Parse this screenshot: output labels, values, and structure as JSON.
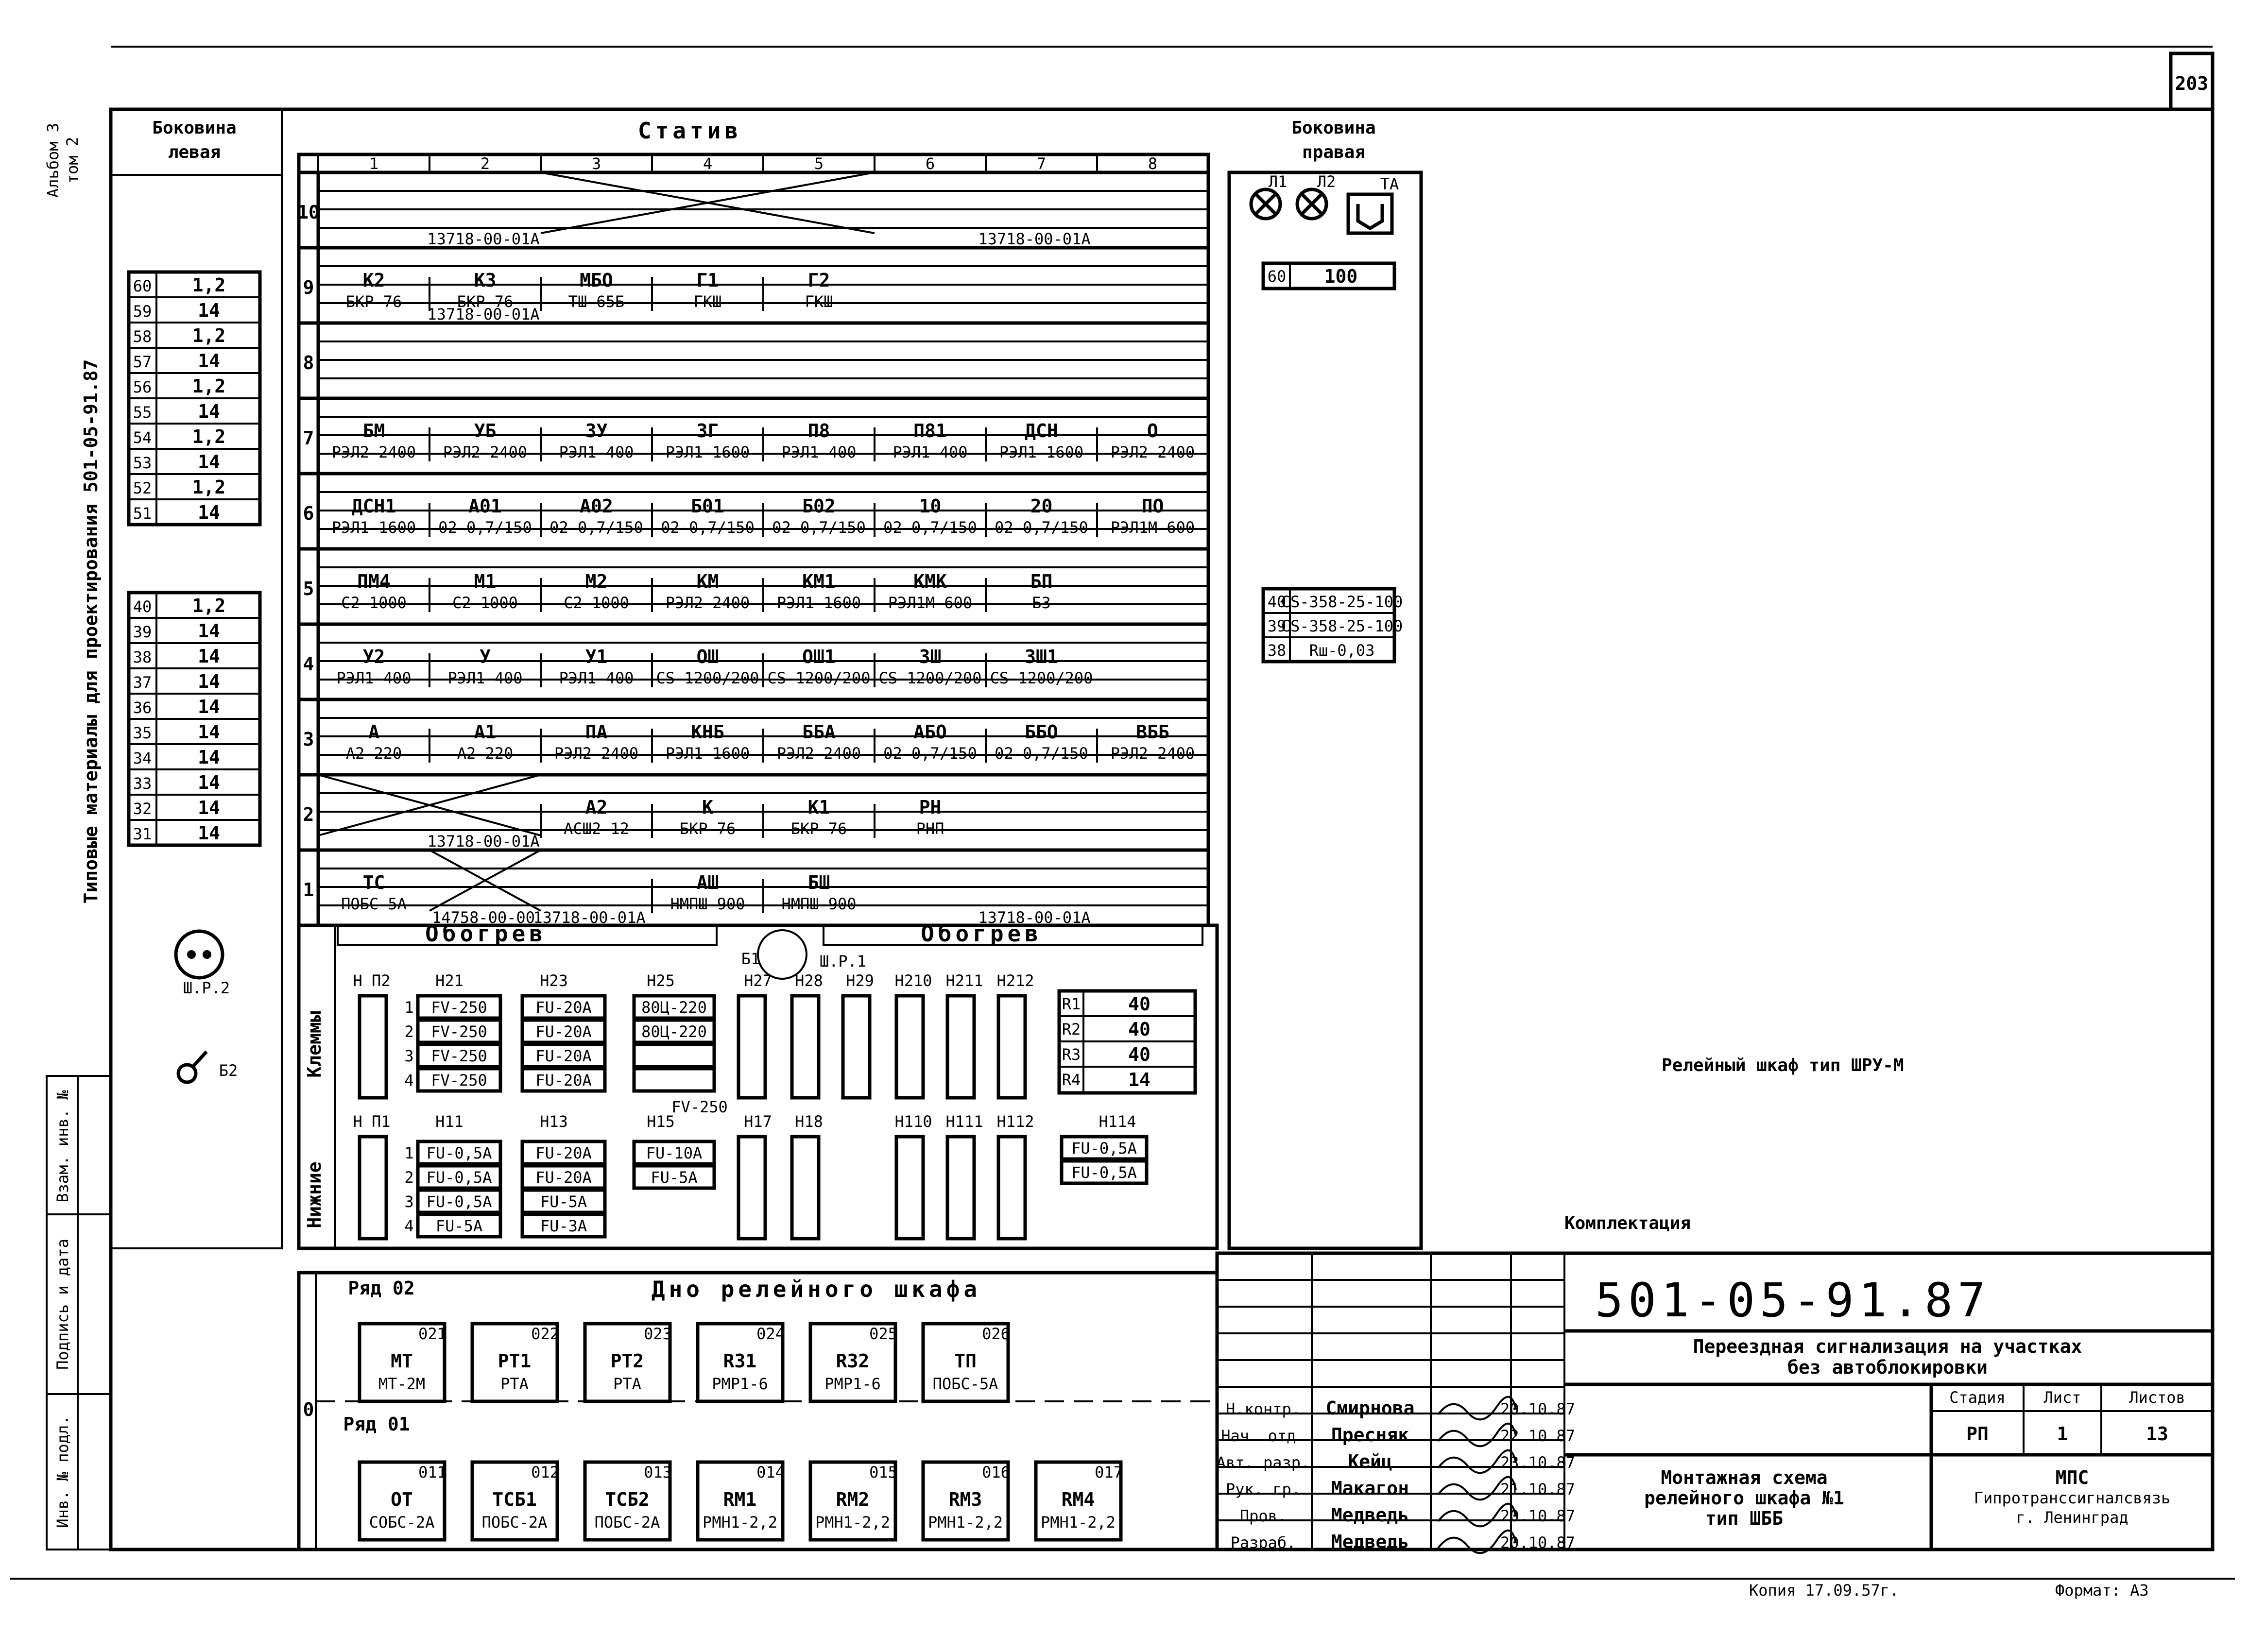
{
  "sheet_number": "203",
  "margin_album": [
    "Альбом 3",
    "том 2"
  ],
  "margin_typical": "Типовые материалы для проектирования 501-05-91.87",
  "margin_stamp": [
    "Инв. № подл.",
    "Подпись и дата",
    "Взам. инв. №"
  ],
  "left_side": {
    "title": [
      "Боковина",
      "левая"
    ],
    "group_upper": [
      [
        "60",
        "1,2"
      ],
      [
        "59",
        "14"
      ],
      [
        "58",
        "1,2"
      ],
      [
        "57",
        "14"
      ],
      [
        "56",
        "1,2"
      ],
      [
        "55",
        "14"
      ],
      [
        "54",
        "1,2"
      ],
      [
        "53",
        "14"
      ],
      [
        "52",
        "1,2"
      ],
      [
        "51",
        "14"
      ]
    ],
    "group_lower": [
      [
        "40",
        "1,2"
      ],
      [
        "39",
        "14"
      ],
      [
        "38",
        "14"
      ],
      [
        "37",
        "14"
      ],
      [
        "36",
        "14"
      ],
      [
        "35",
        "14"
      ],
      [
        "34",
        "14"
      ],
      [
        "33",
        "14"
      ],
      [
        "32",
        "14"
      ],
      [
        "31",
        "14"
      ]
    ],
    "socket_label": "Ш.Р.2",
    "lamp_label": "Б2"
  },
  "stativ": {
    "title": "Статив",
    "columns": [
      "1",
      "2",
      "3",
      "4",
      "5",
      "6",
      "7",
      "8"
    ],
    "rows": [
      {
        "n": "10",
        "cells": [
          [
            "",
            ""
          ],
          [
            "",
            ""
          ],
          [
            "",
            ""
          ],
          [
            "",
            ""
          ],
          [
            "",
            ""
          ],
          [
            "",
            ""
          ],
          [
            "",
            ""
          ],
          [
            "",
            ""
          ]
        ],
        "notes": [
          "13718-00-01А",
          "13718-00-01А"
        ]
      },
      {
        "n": "9",
        "cells": [
          [
            "К2",
            "БКР-76"
          ],
          [
            "К3",
            "БКР-76"
          ],
          [
            "МБО",
            "ТШ-65Б"
          ],
          [
            "Г1",
            "ГКШ"
          ],
          [
            "Г2",
            "ГКШ"
          ],
          [
            "",
            ""
          ],
          [
            "",
            ""
          ],
          [
            "",
            ""
          ]
        ],
        "notes": [
          "13718-00-01А"
        ]
      },
      {
        "n": "8",
        "cells": [
          [
            "",
            ""
          ],
          [
            "",
            ""
          ],
          [
            "",
            ""
          ],
          [
            "",
            ""
          ],
          [
            "",
            ""
          ],
          [
            "",
            ""
          ],
          [
            "",
            ""
          ],
          [
            "",
            ""
          ]
        ],
        "notes": []
      },
      {
        "n": "7",
        "cells": [
          [
            "БМ",
            "РЭЛ2-2400"
          ],
          [
            "УБ",
            "РЭЛ2-2400"
          ],
          [
            "ЗУ",
            "РЭЛ1-400"
          ],
          [
            "ЗГ",
            "РЭЛ1-1600"
          ],
          [
            "П8",
            "РЭЛ1-400"
          ],
          [
            "П81",
            "РЭЛ1-400"
          ],
          [
            "ДСН",
            "РЭЛ1-1600"
          ],
          [
            "О",
            "РЭЛ2-2400"
          ]
        ],
        "notes": []
      },
      {
        "n": "6",
        "cells": [
          [
            "ДСН1",
            "РЭЛ1-1600"
          ],
          [
            "А01",
            "02-0,7/150"
          ],
          [
            "А02",
            "02-0,7/150"
          ],
          [
            "Б01",
            "02-0,7/150"
          ],
          [
            "Б02",
            "02-0,7/150"
          ],
          [
            "10",
            "02-0,7/150"
          ],
          [
            "20",
            "02-0,7/150"
          ],
          [
            "ПО",
            "РЭЛ1М-600"
          ]
        ],
        "notes": []
      },
      {
        "n": "5",
        "cells": [
          [
            "ПМ4",
            "С2-1000"
          ],
          [
            "М1",
            "С2-1000"
          ],
          [
            "М2",
            "С2-1000"
          ],
          [
            "КМ",
            "РЭЛ2-2400"
          ],
          [
            "КМ1",
            "РЭЛ1-1600"
          ],
          [
            "КМК",
            "РЭЛ1М-600"
          ],
          [
            "БП",
            "БЗ"
          ],
          [
            "",
            ""
          ]
        ],
        "notes": []
      },
      {
        "n": "4",
        "cells": [
          [
            "У2",
            "РЭЛ1-400"
          ],
          [
            "У",
            "РЭЛ1-400"
          ],
          [
            "У1",
            "РЭЛ1-400"
          ],
          [
            "ОШ",
            "СS-1200/200"
          ],
          [
            "ОШ1",
            "СS-1200/200"
          ],
          [
            "ЗШ",
            "СS-1200/200"
          ],
          [
            "ЗШ1",
            "СS-1200/200"
          ],
          [
            "",
            ""
          ]
        ],
        "notes": []
      },
      {
        "n": "3",
        "cells": [
          [
            "А",
            "А2-220"
          ],
          [
            "А1",
            "А2-220"
          ],
          [
            "ПА",
            "РЭЛ2-2400"
          ],
          [
            "КНБ",
            "РЭЛ1-1600"
          ],
          [
            "ББА",
            "РЭЛ2-2400"
          ],
          [
            "АБО",
            "02-0,7/150"
          ],
          [
            "ББО",
            "02-0,7/150"
          ],
          [
            "ВББ",
            "РЭЛ2-2400"
          ]
        ],
        "notes": []
      },
      {
        "n": "2",
        "cells": [
          [
            "",
            ""
          ],
          [
            "",
            ""
          ],
          [
            "А2",
            "АСШ2-12"
          ],
          [
            "К",
            "БКР-76"
          ],
          [
            "К1",
            "БКР-76"
          ],
          [
            "РН",
            "РНП"
          ],
          [
            "",
            ""
          ],
          [
            "",
            ""
          ]
        ],
        "notes": [
          "13718-00-01А"
        ]
      },
      {
        "n": "1",
        "cells": [
          [
            "ТС",
            "ПОБС-5А"
          ],
          [
            "",
            ""
          ],
          [
            "",
            ""
          ],
          [
            "АШ",
            "НМПШ-900"
          ],
          [
            "БШ",
            "НМПШ-900"
          ],
          [
            "",
            ""
          ],
          [
            "",
            ""
          ],
          [
            "",
            ""
          ]
        ],
        "notes": [
          "14758-00-00",
          "13718-00-01А",
          "13718-00-01А"
        ]
      }
    ]
  },
  "heating": {
    "left": "Обогрев",
    "right": "Обогрев",
    "center_labels": [
      "Б1",
      "Ш.Р.1"
    ]
  },
  "terminals": {
    "upper_label": "Клеммы",
    "lower_label": "Нижние",
    "upper_headers": [
      "Н П2",
      "Н21",
      "Н23",
      "Н25",
      "Н27",
      "Н28",
      "Н29",
      "Н210",
      "Н211",
      "Н212"
    ],
    "fuses_h21": [
      "FV-250",
      "FV-250",
      "FV-250",
      "FV-250"
    ],
    "fuses_h23": [
      "FU-20А",
      "FU-20А",
      "FU-20А",
      "FU-20А"
    ],
    "fuses_h25": [
      "80Ц-220",
      "80Ц-220",
      "",
      ""
    ],
    "h25_sub": "FV-250",
    "resistors": [
      [
        "R1",
        "40"
      ],
      [
        "R2",
        "40"
      ],
      [
        "R3",
        "40"
      ],
      [
        "R4",
        "14"
      ]
    ],
    "lower_headers": [
      "Н П1",
      "Н11",
      "Н13",
      "Н15",
      "Н17",
      "Н18",
      "Н110",
      "Н111",
      "Н112",
      "Н114"
    ],
    "fuses_h11": [
      "FU-0,5А",
      "FU-0,5А",
      "FU-0,5А",
      "FU-5А"
    ],
    "fuses_h13": [
      "FU-20А",
      "FU-20А",
      "FU-5А",
      "FU-3А"
    ],
    "fuses_h15": [
      "FU-10А",
      "FU-5А"
    ],
    "fuses_h114": [
      "FU-0,5А",
      "FU-0,5А"
    ]
  },
  "bottom": {
    "title": "Дно релейного шкафа",
    "row_02_label": "Ряд 02",
    "row_01_label": "Ряд 01",
    "zero": "0",
    "row_02": [
      [
        "021",
        "МТ",
        "МТ-2М"
      ],
      [
        "022",
        "РТ1",
        "РТА"
      ],
      [
        "023",
        "РТ2",
        "РТА"
      ],
      [
        "024",
        "R31",
        "РМР1-6"
      ],
      [
        "025",
        "R32",
        "РМР1-6"
      ],
      [
        "026",
        "ТП",
        "ПОБС-5А"
      ]
    ],
    "row_01": [
      [
        "011",
        "ОТ",
        "СОБС-2А"
      ],
      [
        "012",
        "ТСБ1",
        "ПОБС-2А"
      ],
      [
        "013",
        "ТСБ2",
        "ПОБС-2А"
      ],
      [
        "014",
        "RМ1",
        "РМН1-2,2"
      ],
      [
        "015",
        "RМ2",
        "РМН1-2,2"
      ],
      [
        "016",
        "RМ3",
        "РМН1-2,2"
      ],
      [
        "017",
        "RМ4",
        "РМН1-2,2"
      ]
    ]
  },
  "right_side": {
    "title": [
      "Боковина",
      "правая"
    ],
    "lamp_labels": [
      "Л1",
      "Л2",
      "ТА"
    ],
    "row_60": [
      "60",
      "100"
    ],
    "rows_lower": [
      [
        "40",
        "СS-358-25-100"
      ],
      [
        "39",
        "СS-358-25-100"
      ],
      [
        "38",
        "Rш-0,03"
      ]
    ]
  },
  "cabinet_caption": "Релейный шкаф тип ШРУ-М",
  "komplektatsiya": "Комплектация",
  "title_block": {
    "doc_code": "501-05-91.87",
    "project": [
      "Переездная сигнализация на участках",
      "без автоблокировки"
    ],
    "stage_headers": [
      "Стадия",
      "Лист",
      "Листов"
    ],
    "stage_values": [
      "РП",
      "1",
      "13"
    ],
    "drawing_title": [
      "Монтажная схема",
      "релейного шкафа №1",
      "тип ШББ"
    ],
    "org": [
      "МПС",
      "Гипротранссигналсвязь",
      "г. Ленинград"
    ],
    "people": [
      [
        "Н.контр.",
        "Смирнова",
        "20.10.87"
      ],
      [
        "Нач. отд.",
        "Пресняк",
        "22.10.87"
      ],
      [
        "Авт. разр.",
        "Кейц",
        "23.10.87"
      ],
      [
        "Рук. гр.",
        "Макагон",
        "21.10.87"
      ],
      [
        "Пров.",
        "Медведь",
        "20.10.87"
      ],
      [
        "Разраб.",
        "Медведь",
        "20.10.87"
      ]
    ]
  },
  "footer": {
    "copy": "Копия 17.09.57г.",
    "format": "Формат: А3"
  }
}
